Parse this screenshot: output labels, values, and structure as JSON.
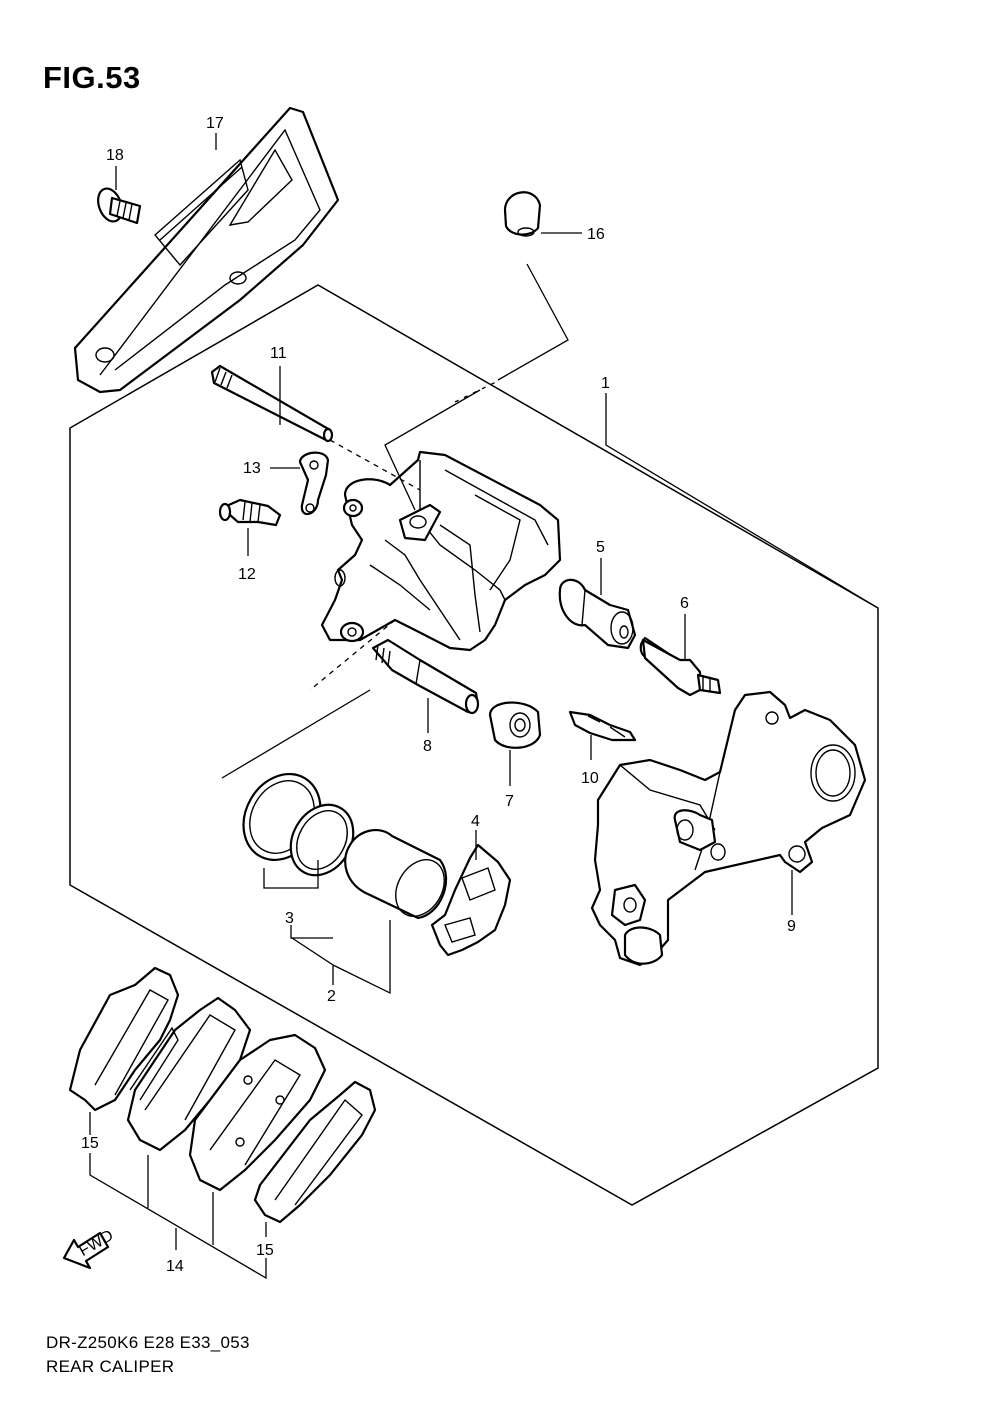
{
  "figure": {
    "title": "FIG.53",
    "model_code": "DR-Z250K6 E28 E33_053",
    "name": "REAR CALIPER",
    "fwd_label": "FWD"
  },
  "callouts": [
    {
      "id": "p1",
      "label": "1"
    },
    {
      "id": "p2",
      "label": "2"
    },
    {
      "id": "p3",
      "label": "3"
    },
    {
      "id": "p4",
      "label": "4"
    },
    {
      "id": "p5",
      "label": "5"
    },
    {
      "id": "p6",
      "label": "6"
    },
    {
      "id": "p7",
      "label": "7"
    },
    {
      "id": "p8",
      "label": "8"
    },
    {
      "id": "p9",
      "label": "9"
    },
    {
      "id": "p10",
      "label": "10"
    },
    {
      "id": "p11",
      "label": "11"
    },
    {
      "id": "p12",
      "label": "12"
    },
    {
      "id": "p13",
      "label": "13"
    },
    {
      "id": "p14",
      "label": "14"
    },
    {
      "id": "p15a",
      "label": "15"
    },
    {
      "id": "p15b",
      "label": "15"
    },
    {
      "id": "p16",
      "label": "16"
    },
    {
      "id": "p17",
      "label": "17"
    },
    {
      "id": "p18",
      "label": "18"
    }
  ]
}
